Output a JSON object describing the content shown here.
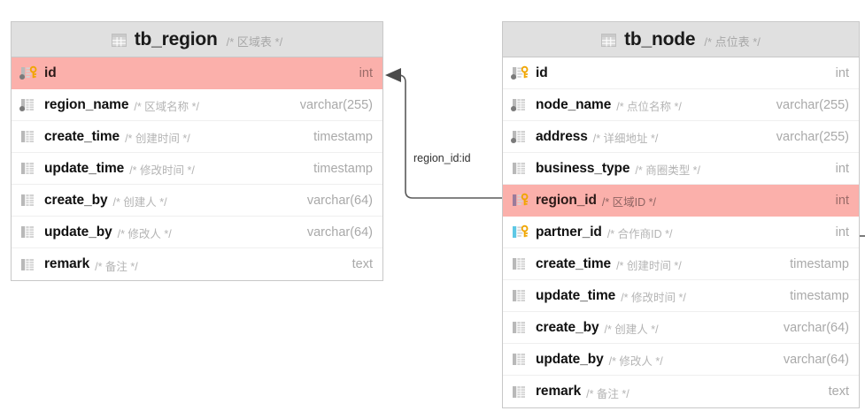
{
  "diagram": {
    "type": "er-diagram",
    "relationship_label": "region_id:id",
    "colors": {
      "header_bg": "#e0e0e0",
      "highlight_row": "#fbb0ab",
      "card_border": "#c8c8c8",
      "connector": "#5a5a5a",
      "type_text": "#a9a9a9",
      "comment_text": "#b4b4b4",
      "pk_key": "#f0a500",
      "fk_bar_region": "#9b7b9b",
      "fk_bar_partner": "#5ec8e5"
    }
  },
  "tables": [
    {
      "id": "tb_region",
      "name": "tb_region",
      "comment": "/* 区域表 */",
      "icon": "grid-icon",
      "columns": [
        {
          "name": "id",
          "comment": "",
          "type": "int",
          "icon": "primary-key-icon",
          "highlight": true,
          "notnull": true
        },
        {
          "name": "region_name",
          "comment": "/* 区域名称 */",
          "type": "varchar(255)",
          "icon": "column-icon",
          "highlight": false,
          "notnull": true
        },
        {
          "name": "create_time",
          "comment": "/* 创建时间 */",
          "type": "timestamp",
          "icon": "column-icon",
          "highlight": false,
          "notnull": false
        },
        {
          "name": "update_time",
          "comment": "/* 修改时间 */",
          "type": "timestamp",
          "icon": "column-icon",
          "highlight": false,
          "notnull": false
        },
        {
          "name": "create_by",
          "comment": "/* 创建人 */",
          "type": "varchar(64)",
          "icon": "column-icon",
          "highlight": false,
          "notnull": false
        },
        {
          "name": "update_by",
          "comment": "/* 修改人 */",
          "type": "varchar(64)",
          "icon": "column-icon",
          "highlight": false,
          "notnull": false
        },
        {
          "name": "remark",
          "comment": "/* 备注 */",
          "type": "text",
          "icon": "column-icon",
          "highlight": false,
          "notnull": false
        }
      ]
    },
    {
      "id": "tb_node",
      "name": "tb_node",
      "comment": "/* 点位表 */",
      "icon": "grid-icon",
      "columns": [
        {
          "name": "id",
          "comment": "",
          "type": "int",
          "icon": "primary-key-icon",
          "highlight": false,
          "notnull": true
        },
        {
          "name": "node_name",
          "comment": "/* 点位名称 */",
          "type": "varchar(255)",
          "icon": "column-icon",
          "highlight": false,
          "notnull": true
        },
        {
          "name": "address",
          "comment": "/* 详细地址 */",
          "type": "varchar(255)",
          "icon": "column-icon",
          "highlight": false,
          "notnull": true
        },
        {
          "name": "business_type",
          "comment": "/* 商圈类型 */",
          "type": "int",
          "icon": "column-icon",
          "highlight": false,
          "notnull": false
        },
        {
          "name": "region_id",
          "comment": "/* 区域ID */",
          "type": "int",
          "icon": "foreign-key-icon",
          "highlight": true,
          "notnull": false
        },
        {
          "name": "partner_id",
          "comment": "/* 合作商ID */",
          "type": "int",
          "icon": "foreign-key-icon-alt",
          "highlight": false,
          "notnull": false
        },
        {
          "name": "create_time",
          "comment": "/* 创建时间 */",
          "type": "timestamp",
          "icon": "column-icon",
          "highlight": false,
          "notnull": false
        },
        {
          "name": "update_time",
          "comment": "/* 修改时间 */",
          "type": "timestamp",
          "icon": "column-icon",
          "highlight": false,
          "notnull": false
        },
        {
          "name": "create_by",
          "comment": "/* 创建人 */",
          "type": "varchar(64)",
          "icon": "column-icon",
          "highlight": false,
          "notnull": false
        },
        {
          "name": "update_by",
          "comment": "/* 修改人 */",
          "type": "varchar(64)",
          "icon": "column-icon",
          "highlight": false,
          "notnull": false
        },
        {
          "name": "remark",
          "comment": "/* 备注 */",
          "type": "text",
          "icon": "column-icon",
          "highlight": false,
          "notnull": false
        }
      ]
    }
  ]
}
